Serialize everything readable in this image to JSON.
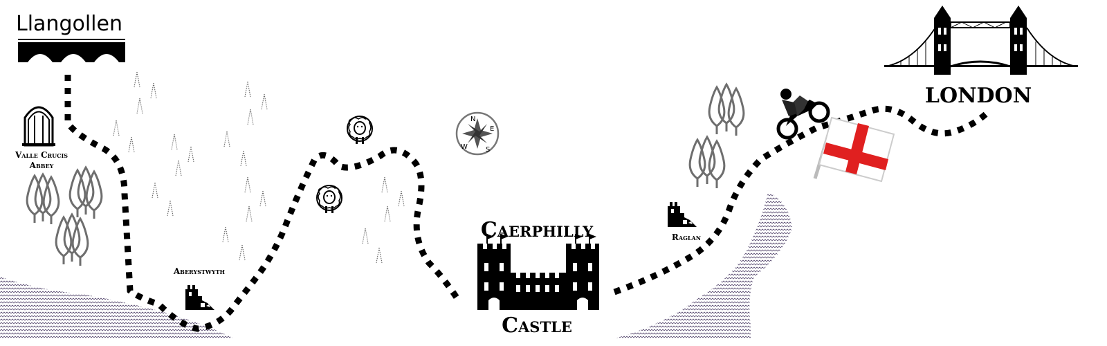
{
  "map": {
    "places": {
      "llangollen": "Llangollen",
      "valle_crucis_line1": "Valle Crucis",
      "valle_crucis_line2": "Abbey",
      "aberystwyth": "Aberystwyth",
      "caerphilly_top": "Caerphilly",
      "caerphilly_bottom": "Castle",
      "raglan": "Raglan",
      "london": "LONDON"
    },
    "compass": {
      "north": "N",
      "east": "E",
      "south": "S",
      "west": "W"
    },
    "colors": {
      "route": "#000000",
      "sea_hatch": "#5b4e72",
      "trees": "#6e6e6e",
      "flag_red": "#e02020",
      "flag_white": "#ffffff"
    }
  }
}
